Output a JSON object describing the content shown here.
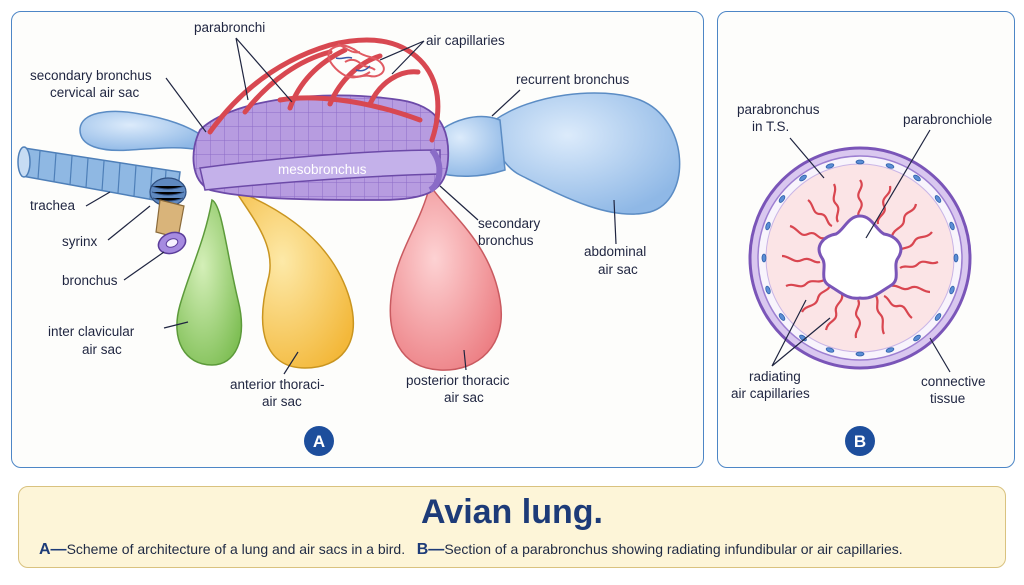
{
  "panel_a": {
    "badge": "A",
    "labels": {
      "parabronchi": "parabronchi",
      "air_capillaries": "air capillaries",
      "secondary_bronchus_1": "secondary bronchus",
      "cervical_air_sac": "cervical air sac",
      "recurrent_bronchus": "recurrent bronchus",
      "mesobronchus": "mesobronchus",
      "trachea": "trachea",
      "syrinx": "syrinx",
      "bronchus": "bronchus",
      "secondary_bronchus_2a": "secondary",
      "secondary_bronchus_2b": "bronchus",
      "abdominal_a": "abdominal",
      "abdominal_b": "air sac",
      "interclavicular_a": "inter clavicular",
      "interclavicular_b": "air sac",
      "anterior_a": "anterior thoraci-",
      "anterior_b": "air sac",
      "posterior_a": "posterior thoracic",
      "posterior_b": "air sac"
    }
  },
  "panel_b": {
    "badge": "B",
    "labels": {
      "parabronchus_a": "parabronchus",
      "parabronchus_b": "in T.S.",
      "parabronchiole": "parabronchiole",
      "radiating_a": "radiating",
      "radiating_b": "air capillaries",
      "connective_a": "connective",
      "connective_b": "tissue"
    }
  },
  "caption": {
    "title": "Avian lung.",
    "a_marker": "A—",
    "a_text": "Scheme of architecture of a lung and air sacs in a bird.",
    "b_marker": "B—",
    "b_text": "Section of a parabronchus showing radiating infundibular or air capillaries."
  },
  "colors": {
    "border": "#4d86c6",
    "badge": "#1d4e9c",
    "lung": "#a98fd6",
    "trachea": "#8fb8e3",
    "capillary": "#e0505a",
    "sac_blue": "#a9cbee",
    "sac_green": "#9fd07a",
    "sac_yellow": "#f8cd5a",
    "sac_pink": "#f29a9c"
  }
}
